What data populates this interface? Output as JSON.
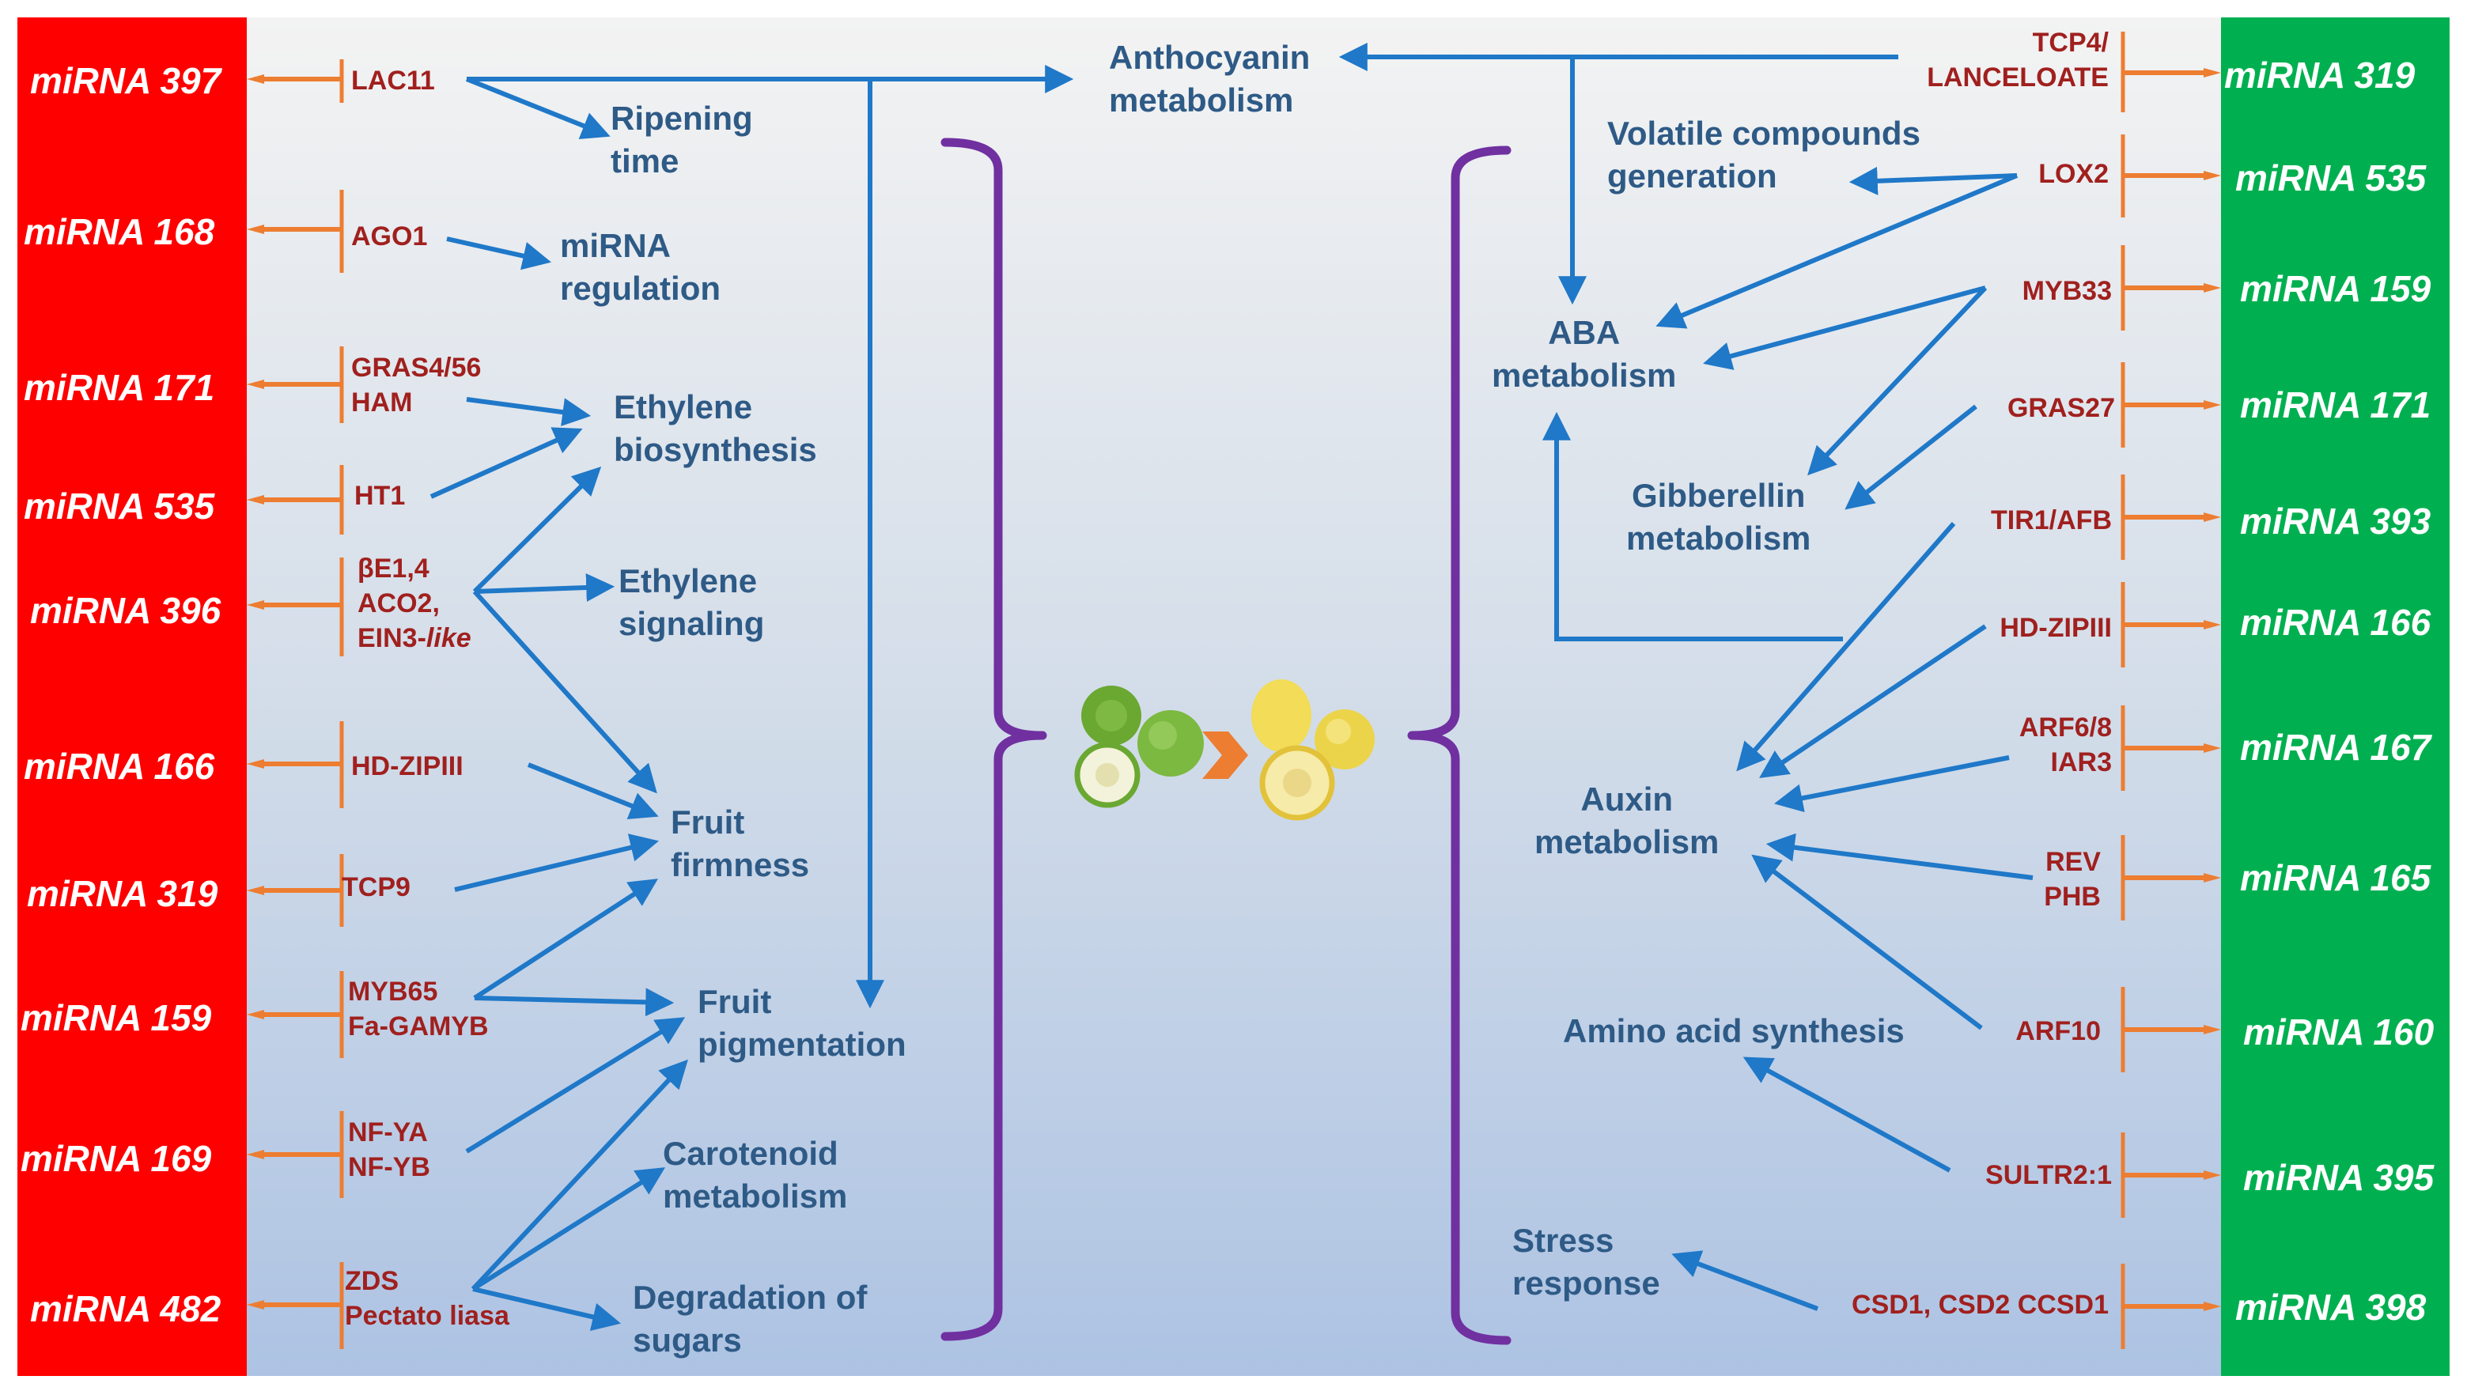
{
  "colors": {
    "left_panel": "#ff0000",
    "right_panel": "#00b050",
    "background_gradient_top": "#f3f3f3",
    "background_gradient_bottom": "#adc3e3",
    "mirna_text": "#ffffff",
    "gene_text": "#a0201e",
    "process_text": "#2e5a86",
    "repression_connector": "#ed7d31",
    "arrow": "#1f78c8",
    "bracket": "#7030a0",
    "transition_arrow": "#ed7d31"
  },
  "center_icon": "guava-ripening-image",
  "left_mirnas": [
    "miRNA 397",
    "miRNA 168",
    "miRNA 171",
    "miRNA 535",
    "miRNA 396",
    "miRNA 166",
    "miRNA 319",
    "miRNA 159",
    "miRNA 169",
    "miRNA 482"
  ],
  "right_mirnas": [
    "miRNA 319",
    "miRNA 535",
    "miRNA 159",
    "miRNA 171",
    "miRNA 393",
    "miRNA 166",
    "miRNA 167",
    "miRNA 165",
    "miRNA 160",
    "miRNA 395",
    "miRNA 398"
  ],
  "left_genes": {
    "lac11": "LAC11",
    "ago1": "AGO1",
    "gras": "GRAS4/56\nHAM",
    "ht1": "HT1",
    "be14_pre": "βE1,4\nACO2,\nEIN3-",
    "be14_italic": "like",
    "hdzip": "HD-ZIPIII",
    "tcp9": "TCP9",
    "myb65": "MYB65\nFa-GAMYB",
    "nfy": "NF-YA\nNF-YB",
    "zds": "ZDS\nPectato liasa"
  },
  "right_genes": {
    "tcp4": "TCP4/\nLANCELOATE",
    "lox2": "LOX2",
    "myb33": "MYB33",
    "gras27": "GRAS27",
    "tir1": "TIR1/AFB",
    "hdzip": "HD-ZIPIII",
    "arf68": "ARF6/8\nIAR3",
    "revphb": "REV\nPHB",
    "arf10": "ARF10",
    "sultr": "SULTR2:1",
    "csd": "CSD1, CSD2 CCSD1"
  },
  "processes": {
    "anthocyanin": "Anthocyanin\nmetabolism",
    "ripening": "Ripening\ntime",
    "mirna_reg": "miRNA\nregulation",
    "eth_bio": "Ethylene\nbiosynthesis",
    "eth_sig": "Ethylene\nsignaling",
    "firmness": "Fruit\nfirmness",
    "pigmentation": "Fruit\npigmentation",
    "carotenoid": "Carotenoid\nmetabolism",
    "sugars": "Degradation of\nsugars",
    "volatile": "Volatile compounds\ngeneration",
    "aba": "ABA\nmetabolism",
    "gibberellin": "Gibberellin\nmetabolism",
    "auxin": "Auxin\nmetabolism",
    "amino": "Amino acid synthesis",
    "stress": "Stress\nresponse"
  }
}
